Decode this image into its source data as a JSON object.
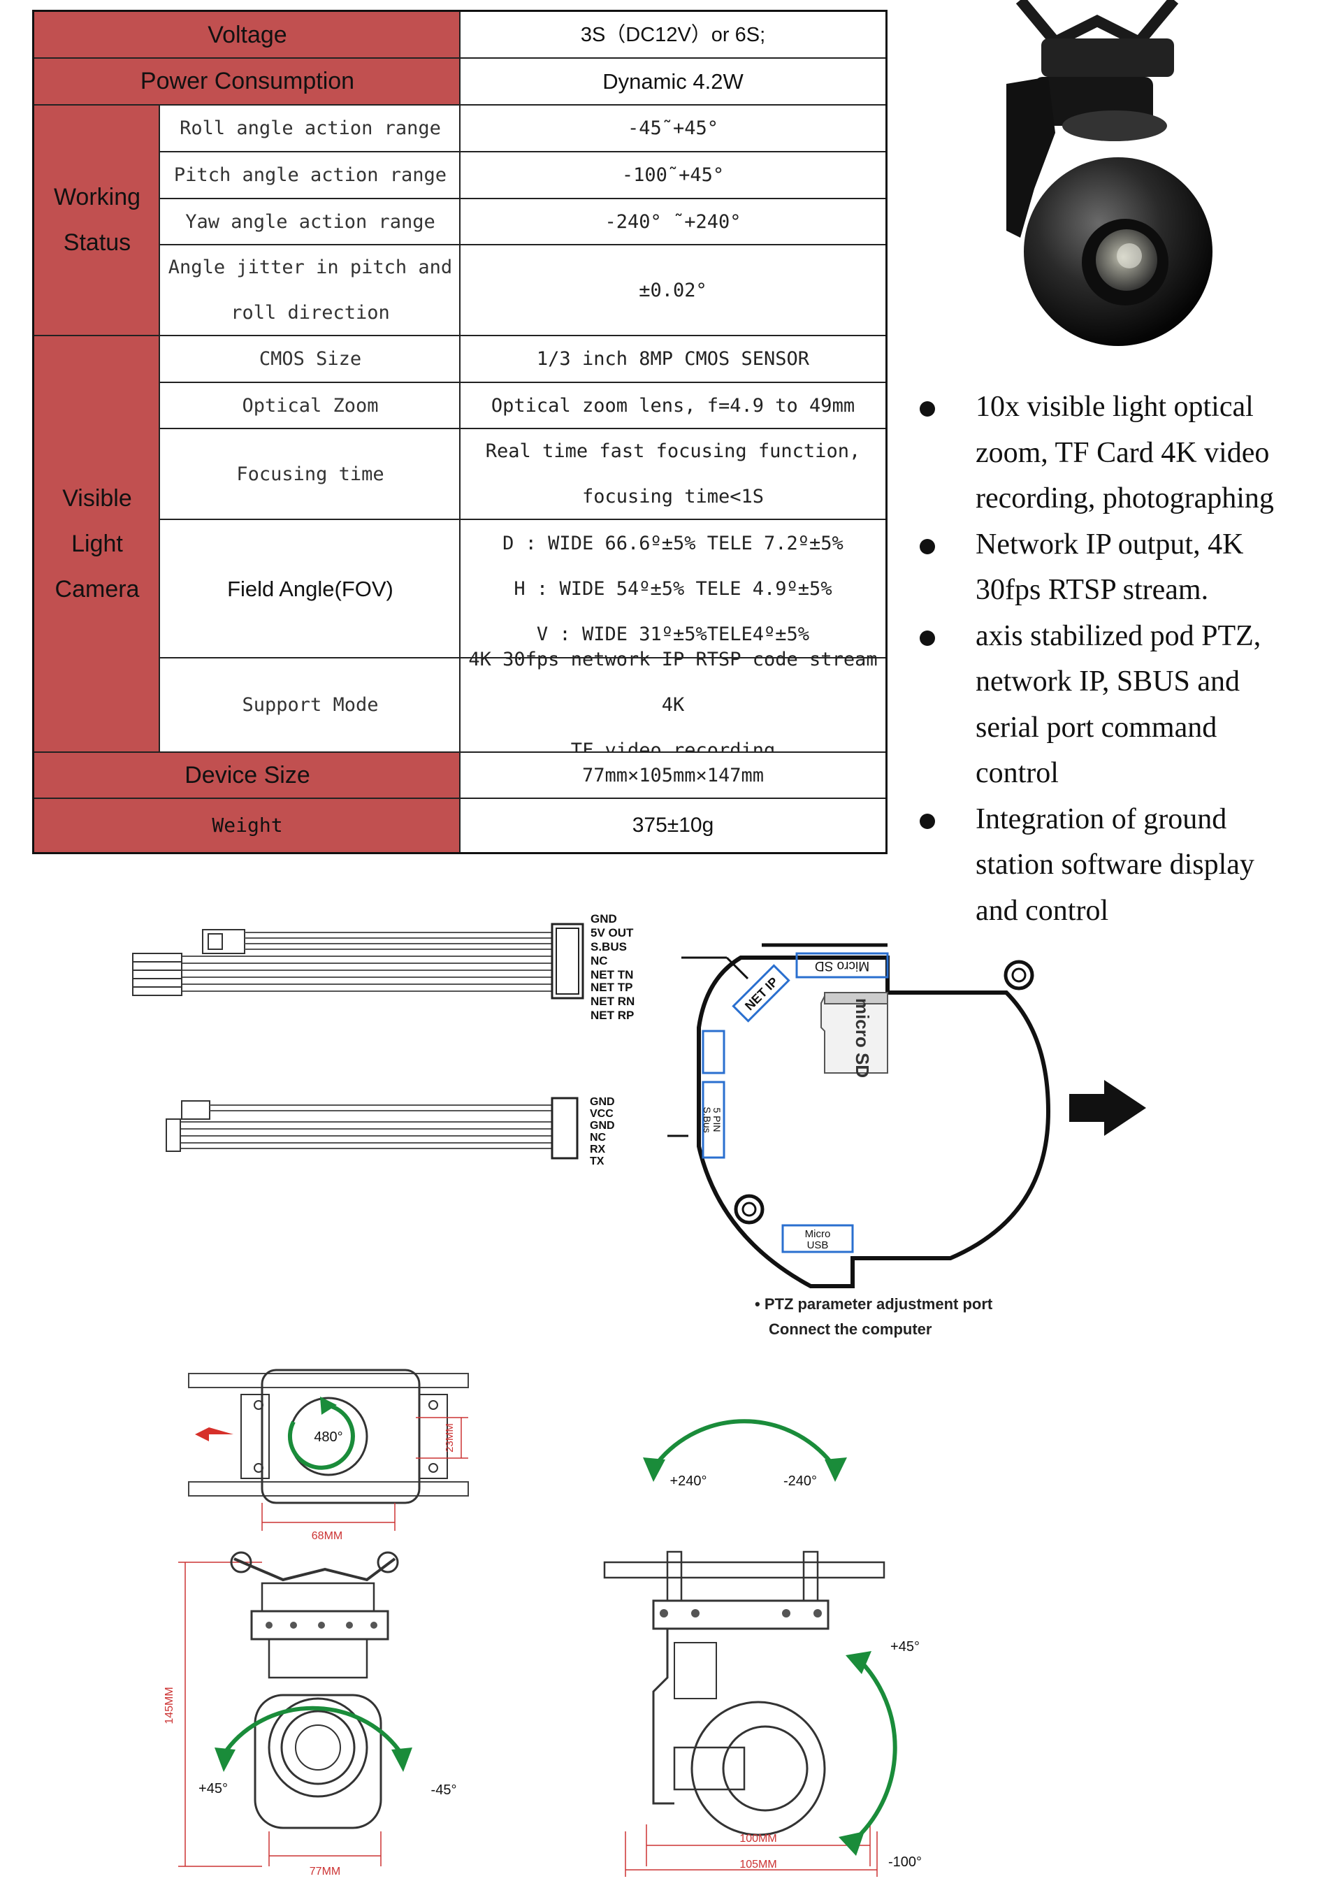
{
  "spec_table": {
    "voltage": {
      "label": "Voltage",
      "value": "3S（DC12V）or 6S;"
    },
    "power": {
      "label": "Power Consumption",
      "value": "Dynamic   4.2W"
    },
    "working_status": {
      "label_line1": "Working",
      "label_line2": "Status",
      "rows": [
        {
          "label": "Roll angle action range",
          "value": "-45˜+45°"
        },
        {
          "label": "Pitch angle action range",
          "value": "-100˜+45°"
        },
        {
          "label": "Yaw angle action range",
          "value": "-240° ˜+240°"
        },
        {
          "label_line1": "Angle jitter in pitch and",
          "label_line2": "roll direction",
          "value": "±0.02°"
        }
      ]
    },
    "camera": {
      "label_line1": "Visible",
      "label_line2": "Light",
      "label_line3": "Camera",
      "cmos": {
        "label": "CMOS Size",
        "value": "1/3 inch 8MP CMOS SENSOR"
      },
      "zoom": {
        "label": "Optical Zoom",
        "value": "Optical zoom lens, f=4.9 to 49mm"
      },
      "focus": {
        "label": "Focusing time",
        "value_line1": "Real time fast focusing function,",
        "value_line2": "focusing time<1S"
      },
      "fov": {
        "label": "Field Angle(FOV)",
        "d": "D : WIDE 66.6º±5% TELE 7.2º±5%",
        "h": "H : WIDE 54º±5% TELE 4.9º±5%",
        "v": "V : WIDE 31º±5%TELE4º±5%"
      },
      "support": {
        "label": "Support Mode",
        "value_line1": "4K 30fps network IP RTSP code stream 4K",
        "value_line2": "TF video recording"
      }
    },
    "device_size": {
      "label": "Device Size",
      "value": "77mm×105mm×147mm"
    },
    "weight": {
      "label": "Weight",
      "value": "375±10g"
    }
  },
  "bullets": {
    "b1_l1": "10x visible light optical",
    "b1_l2": "zoom, TF Card 4K video",
    "b1_l3": "recording, photographing",
    "b2_l1": "Network IP output, 4K",
    "b2_l2": "30fps RTSP stream.",
    "b3_l1": " axis stabilized pod PTZ,",
    "b3_l2": "network IP, SBUS and",
    "b3_l3": "serial port command",
    "b3_l4": "control",
    "b4_l1": "Integration of ground",
    "b4_l2": "station software display",
    "b4_l3": "and control"
  },
  "connectors": {
    "cable1_pins": [
      "GND",
      "5V OUT",
      "S.BUS",
      "NC",
      "NET TN",
      "NET TP",
      "NET RN",
      "NET RP"
    ],
    "cable2_pins": [
      "GND",
      "VCC",
      "GND",
      "NC",
      "RX",
      "TX"
    ],
    "board_net_ip": "NET IP",
    "board_micro_sd": "Micro SD",
    "board_5pin_l1": "5 PIN",
    "board_5pin_l2": "S.Bus",
    "board_micro_usb_l1": "Micro",
    "board_micro_usb_l2": "USB",
    "sd_card_label": "micro SD",
    "note_line1": "PTZ parameter adjustment port",
    "note_line2": "Connect the computer"
  },
  "dimensions": {
    "yaw_rotation": "480°",
    "yaw_pos": "+240°",
    "yaw_neg": "-240°",
    "width_top": "68MM",
    "offset_top": "23MM",
    "height_front": "145MM",
    "width_front": "77MM",
    "roll_pos": "+45°",
    "roll_neg": "-45°",
    "side_width_inner": "100MM",
    "side_width_outer": "105MM",
    "pitch_pos": "+45°",
    "pitch_neg": "-100°"
  },
  "colors": {
    "header_red": "#c15050",
    "arrow_green": "#1a8c3a",
    "arrow_red": "#d6302a",
    "dim_red": "#cc3333",
    "label_blue": "#2a6fcf"
  }
}
